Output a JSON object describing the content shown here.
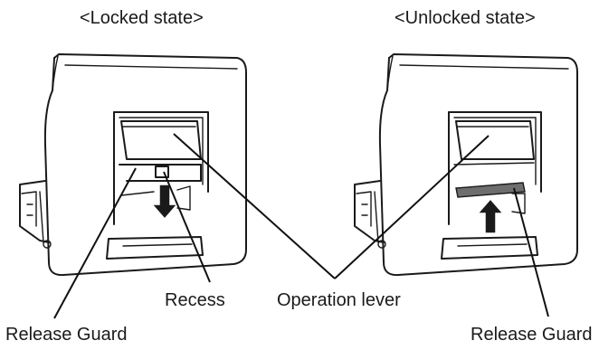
{
  "captions": {
    "locked": "<Locked state>",
    "unlocked": "<Unlocked state>"
  },
  "callouts": {
    "recess": "Recess",
    "operation_lever": "Operation lever",
    "release_guard_left": "Release Guard",
    "release_guard_right": "Release Guard"
  },
  "colors": {
    "line": "#1a1a1a",
    "arrow_fill": "#1a1a1a",
    "guard_bar": "#6e6e6e"
  },
  "icons": {
    "locked_arrow": "arrow-down-icon",
    "unlocked_arrow": "arrow-up-icon"
  }
}
